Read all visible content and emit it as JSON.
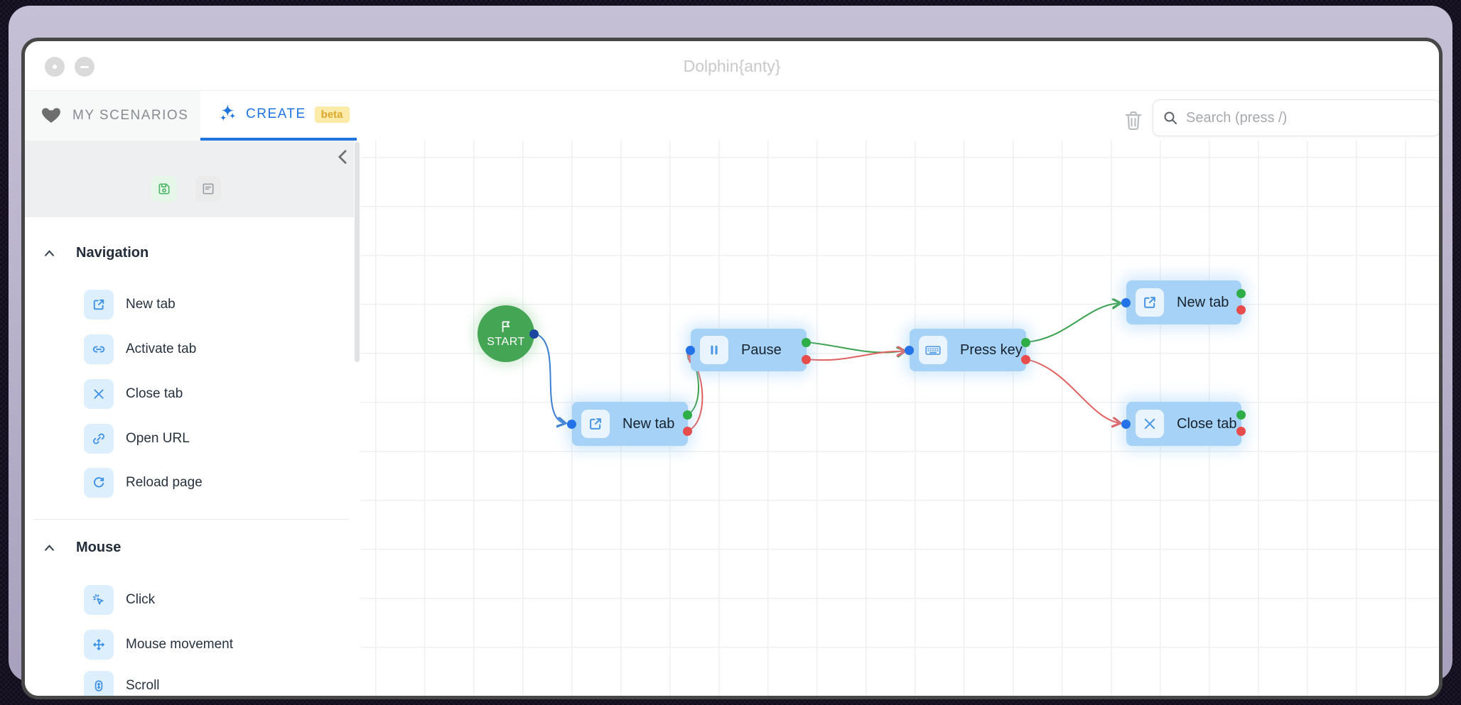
{
  "window": {
    "title": "Dolphin{anty}"
  },
  "tabs": {
    "my_scenarios": "MY SCENARIOS",
    "create": "CREATE",
    "beta": "beta"
  },
  "toolbar": {
    "search_placeholder": "Search (press /)",
    "icons": [
      "trash-icon",
      "search-icon"
    ]
  },
  "sidebar": {
    "panel_icons": [
      "save-icon",
      "form-icon"
    ],
    "collapse_icon": "chevron-left-icon",
    "sections": [
      {
        "label": "Navigation",
        "items": [
          {
            "label": "New tab",
            "icon": "new-tab-icon"
          },
          {
            "label": "Activate tab",
            "icon": "activate-tab-icon"
          },
          {
            "label": "Close tab",
            "icon": "close-tab-icon"
          },
          {
            "label": "Open URL",
            "icon": "open-url-icon"
          },
          {
            "label": "Reload page",
            "icon": "reload-page-icon"
          }
        ]
      },
      {
        "label": "Mouse",
        "items": [
          {
            "label": "Click",
            "icon": "click-icon"
          },
          {
            "label": "Mouse movement",
            "icon": "mouse-movement-icon"
          },
          {
            "label": "Scroll",
            "icon": "scroll-icon"
          }
        ]
      }
    ]
  },
  "canvas": {
    "nodes": [
      {
        "label": "START",
        "type": "start",
        "icon": "flag-icon"
      },
      {
        "label": "New tab",
        "type": "action",
        "icon": "new-tab-icon"
      },
      {
        "label": "Pause",
        "type": "action",
        "icon": "pause-icon"
      },
      {
        "label": "Press key",
        "type": "action",
        "icon": "keyboard-icon"
      },
      {
        "label": "New tab",
        "type": "action",
        "icon": "new-tab-icon"
      },
      {
        "label": "Close tab",
        "type": "action",
        "icon": "close-tab-icon"
      }
    ],
    "edges": [
      {
        "from": "START",
        "to": "New tab (1)",
        "color": "blue"
      },
      {
        "from": "New tab (1) success",
        "to": "Pause",
        "color": "green"
      },
      {
        "from": "New tab (1) fail",
        "to": "Pause",
        "color": "red"
      },
      {
        "from": "Pause success",
        "to": "Press key",
        "color": "green"
      },
      {
        "from": "Pause fail",
        "to": "Press key",
        "color": "red"
      },
      {
        "from": "Press key success",
        "to": "New tab (2)",
        "color": "green"
      },
      {
        "from": "Press key fail",
        "to": "Close tab",
        "color": "red"
      }
    ]
  },
  "colors": {
    "accent_blue": "#1f74dd",
    "node_fill": "#a5d2f6",
    "start_green": "#44a554",
    "edge_blue": "#3c7fd0",
    "edge_green": "#3da14f",
    "edge_red": "#e06060",
    "port_in_blue": "#2472e8",
    "beta_bg": "#fceba8",
    "beta_text": "#dca72f"
  }
}
